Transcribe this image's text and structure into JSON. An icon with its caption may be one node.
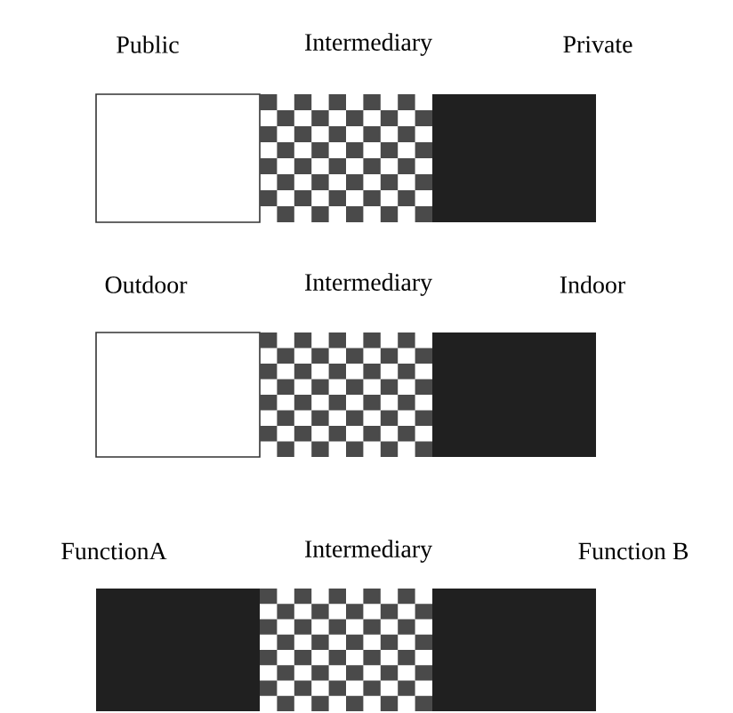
{
  "diagram": {
    "nodes": [
      {
        "text": [
          "Public"
        ]
      },
      {
        "text": [
          "Intermediary"
        ]
      },
      {
        "text": [
          "Private"
        ]
      },
      {
        "text": [
          "Outdoor"
        ]
      },
      {
        "text": [
          "Intermediary"
        ]
      },
      {
        "text": [
          "Indoor"
        ]
      },
      {
        "text": [
          "FunctionA"
        ]
      },
      {
        "text": [
          "Intermediary"
        ]
      },
      {
        "text": [
          "Function B"
        ]
      }
    ]
  }
}
